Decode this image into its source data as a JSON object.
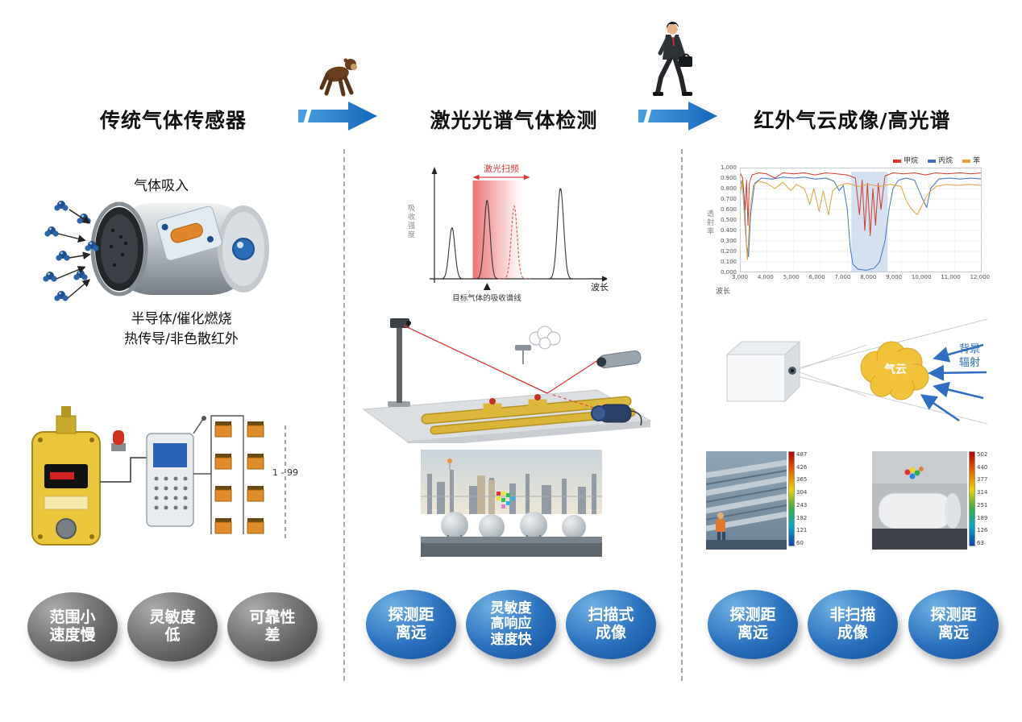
{
  "header": {
    "col1_title": "传统气体传感器",
    "col2_title": "激光光谱气体检测",
    "col3_title": "红外气云成像/高光谱"
  },
  "col1": {
    "gas_intake_label": "气体吸入",
    "tech_label": "半导体/催化燃烧\n热传导/非色散红外",
    "range_label": "1 - 99",
    "bubbles": [
      "范围小\n速度慢",
      "灵敏度\n低",
      "可靠性\n差"
    ]
  },
  "col2": {
    "bubbles": [
      "探测距\n离远",
      "灵敏度\n高响应\n速度快",
      "扫描式\n成像"
    ]
  },
  "col3": {
    "cloud_label": "气云",
    "background_radiation_label": "背景\n辐射",
    "bubbles": [
      "探测距\n离远",
      "非扫描\n成像",
      "探测距\n离远"
    ],
    "thermal_left_scale": [
      "487",
      "426",
      "365",
      "304",
      "243",
      "182",
      "121",
      "60"
    ],
    "thermal_right_scale": [
      "502",
      "440",
      "377",
      "314",
      "251",
      "189",
      "126",
      "63"
    ]
  },
  "colors": {
    "arrow_blue": "#1e78c8",
    "bubble_blue": "#1f5fae",
    "bubble_gray": "#4a4a4a",
    "laser_red": "#d63c3c",
    "cloud_yellow": "#f1c23c",
    "radiation_blue": "#2f6fc2"
  },
  "chart_data": [
    {
      "id": "transmission-spectra",
      "type": "line",
      "xlabel": "波长",
      "ylabel": "透射率",
      "xlim": [
        3000,
        12000
      ],
      "ylim": [
        0,
        1
      ],
      "grid": true,
      "legend_position": "top",
      "xticks": [
        "3,000",
        "4,000",
        "5,000",
        "6,000",
        "7,000",
        "8,000",
        "9,000",
        "10,000",
        "11,000",
        "12,000"
      ],
      "yticks": [
        "1.000",
        "0.900",
        "0.800",
        "0.700",
        "0.600",
        "0.500",
        "0.400",
        "0.300",
        "0.200",
        "0.100",
        "0.000"
      ],
      "band": {
        "x1": 7150,
        "x2": 8500,
        "color": "#ccdcee"
      },
      "series": [
        {
          "name": "甲烷",
          "color": "#d43a2a",
          "points": [
            [
              3000,
              0.96
            ],
            [
              3100,
              0.9
            ],
            [
              3200,
              0.6
            ],
            [
              3250,
              0.88
            ],
            [
              3300,
              0.45
            ],
            [
              3350,
              0.85
            ],
            [
              3450,
              0.93
            ],
            [
              3700,
              0.95
            ],
            [
              4000,
              0.94
            ],
            [
              4300,
              0.9
            ],
            [
              4600,
              0.95
            ],
            [
              5000,
              0.94
            ],
            [
              5400,
              0.95
            ],
            [
              5800,
              0.93
            ],
            [
              6200,
              0.95
            ],
            [
              6600,
              0.94
            ],
            [
              7000,
              0.93
            ],
            [
              7300,
              0.9
            ],
            [
              7450,
              0.55
            ],
            [
              7550,
              0.88
            ],
            [
              7650,
              0.4
            ],
            [
              7750,
              0.85
            ],
            [
              7850,
              0.35
            ],
            [
              7950,
              0.8
            ],
            [
              8050,
              0.45
            ],
            [
              8150,
              0.85
            ],
            [
              8250,
              0.6
            ],
            [
              8400,
              0.92
            ],
            [
              8700,
              0.95
            ],
            [
              9100,
              0.94
            ],
            [
              9500,
              0.95
            ],
            [
              9900,
              0.93
            ],
            [
              10300,
              0.95
            ],
            [
              10700,
              0.94
            ],
            [
              11200,
              0.95
            ],
            [
              11600,
              0.94
            ],
            [
              12000,
              0.95
            ]
          ]
        },
        {
          "name": "丙烷",
          "color": "#4472c4",
          "points": [
            [
              3000,
              0.9
            ],
            [
              3150,
              0.75
            ],
            [
              3250,
              0.25
            ],
            [
              3320,
              0.15
            ],
            [
              3400,
              0.55
            ],
            [
              3550,
              0.85
            ],
            [
              3800,
              0.9
            ],
            [
              4200,
              0.89
            ],
            [
              4600,
              0.91
            ],
            [
              5000,
              0.9
            ],
            [
              5400,
              0.91
            ],
            [
              5800,
              0.89
            ],
            [
              6200,
              0.9
            ],
            [
              6500,
              0.87
            ],
            [
              6700,
              0.78
            ],
            [
              6850,
              0.83
            ],
            [
              7000,
              0.6
            ],
            [
              7100,
              0.25
            ],
            [
              7200,
              0.08
            ],
            [
              7400,
              0.03
            ],
            [
              7700,
              0.02
            ],
            [
              8000,
              0.04
            ],
            [
              8200,
              0.1
            ],
            [
              8400,
              0.3
            ],
            [
              8550,
              0.6
            ],
            [
              8700,
              0.8
            ],
            [
              8900,
              0.88
            ],
            [
              9200,
              0.9
            ],
            [
              9500,
              0.88
            ],
            [
              9800,
              0.7
            ],
            [
              9950,
              0.62
            ],
            [
              10100,
              0.8
            ],
            [
              10400,
              0.89
            ],
            [
              10800,
              0.9
            ],
            [
              11200,
              0.89
            ],
            [
              11600,
              0.9
            ],
            [
              12000,
              0.89
            ]
          ]
        },
        {
          "name": "苯",
          "color": "#e3a33a",
          "points": [
            [
              3000,
              0.7
            ],
            [
              3080,
              0.88
            ],
            [
              3200,
              0.4
            ],
            [
              3280,
              0.12
            ],
            [
              3380,
              0.6
            ],
            [
              3500,
              0.83
            ],
            [
              3700,
              0.87
            ],
            [
              4000,
              0.85
            ],
            [
              4300,
              0.8
            ],
            [
              4600,
              0.86
            ],
            [
              4900,
              0.78
            ],
            [
              5100,
              0.84
            ],
            [
              5400,
              0.8
            ],
            [
              5600,
              0.65
            ],
            [
              5750,
              0.8
            ],
            [
              5950,
              0.58
            ],
            [
              6100,
              0.78
            ],
            [
              6300,
              0.55
            ],
            [
              6450,
              0.78
            ],
            [
              6700,
              0.83
            ],
            [
              7000,
              0.85
            ],
            [
              7400,
              0.82
            ],
            [
              7800,
              0.84
            ],
            [
              8200,
              0.82
            ],
            [
              8600,
              0.84
            ],
            [
              9000,
              0.82
            ],
            [
              9200,
              0.68
            ],
            [
              9400,
              0.6
            ],
            [
              9600,
              0.55
            ],
            [
              9800,
              0.65
            ],
            [
              10000,
              0.75
            ],
            [
              10300,
              0.82
            ],
            [
              10700,
              0.84
            ],
            [
              11100,
              0.83
            ],
            [
              11500,
              0.84
            ],
            [
              12000,
              0.83
            ]
          ]
        }
      ]
    },
    {
      "id": "laser-sweep-absorption",
      "type": "line",
      "sweep_label": "激光扫频",
      "xlabel": "波长",
      "ylabel": "吸收强度",
      "caption": "目标气体的吸收谱线",
      "band": {
        "x1": 24,
        "x2": 46,
        "fade_x2": 60
      },
      "peaks": [
        {
          "x": 11,
          "h": 0.52,
          "w": 2.6,
          "style": "solid",
          "color": "#333333"
        },
        {
          "x": 33,
          "h": 0.8,
          "w": 2.6,
          "style": "solid",
          "color": "#333333"
        },
        {
          "x": 50,
          "h": 0.74,
          "w": 2.6,
          "style": "dashed",
          "color": "#d84040"
        },
        {
          "x": 79,
          "h": 0.92,
          "w": 2.8,
          "style": "solid",
          "color": "#333333"
        }
      ]
    }
  ]
}
